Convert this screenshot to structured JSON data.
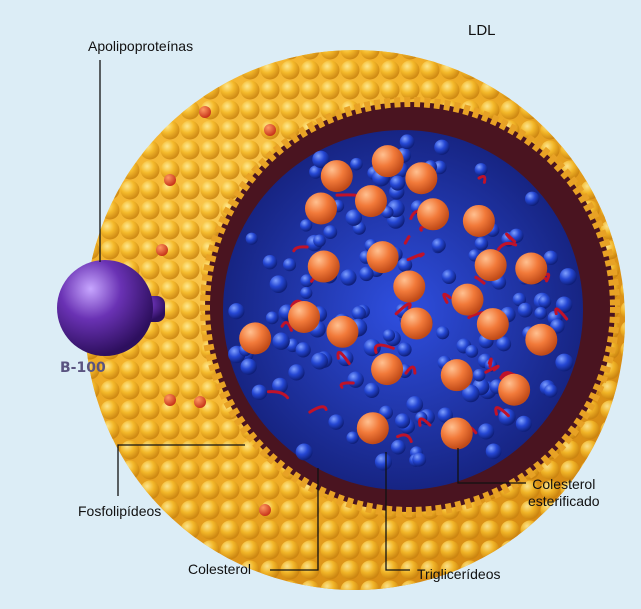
{
  "diagram": {
    "title": "LDL",
    "labels": {
      "apolipoproteins": "Apolipoproteínas",
      "b100": "B-100",
      "phospholipids": "Fosfolipídeos",
      "cholesterol": "Colesterol",
      "triglycerides": "Triglicerídeos",
      "esterified_line1": "Colesterol",
      "esterified_line2": "esterificado"
    }
  },
  "colors": {
    "background": "#dcedf6",
    "phospholipid_head": "#f2b21c",
    "cholesterol": "#e2552a",
    "core_blue": "#2340c8",
    "triglyceride": "#f07b3b",
    "tail_red": "#c0122a",
    "apoprotein": "#5b2a9a",
    "dark_layer": "#4a1420"
  }
}
